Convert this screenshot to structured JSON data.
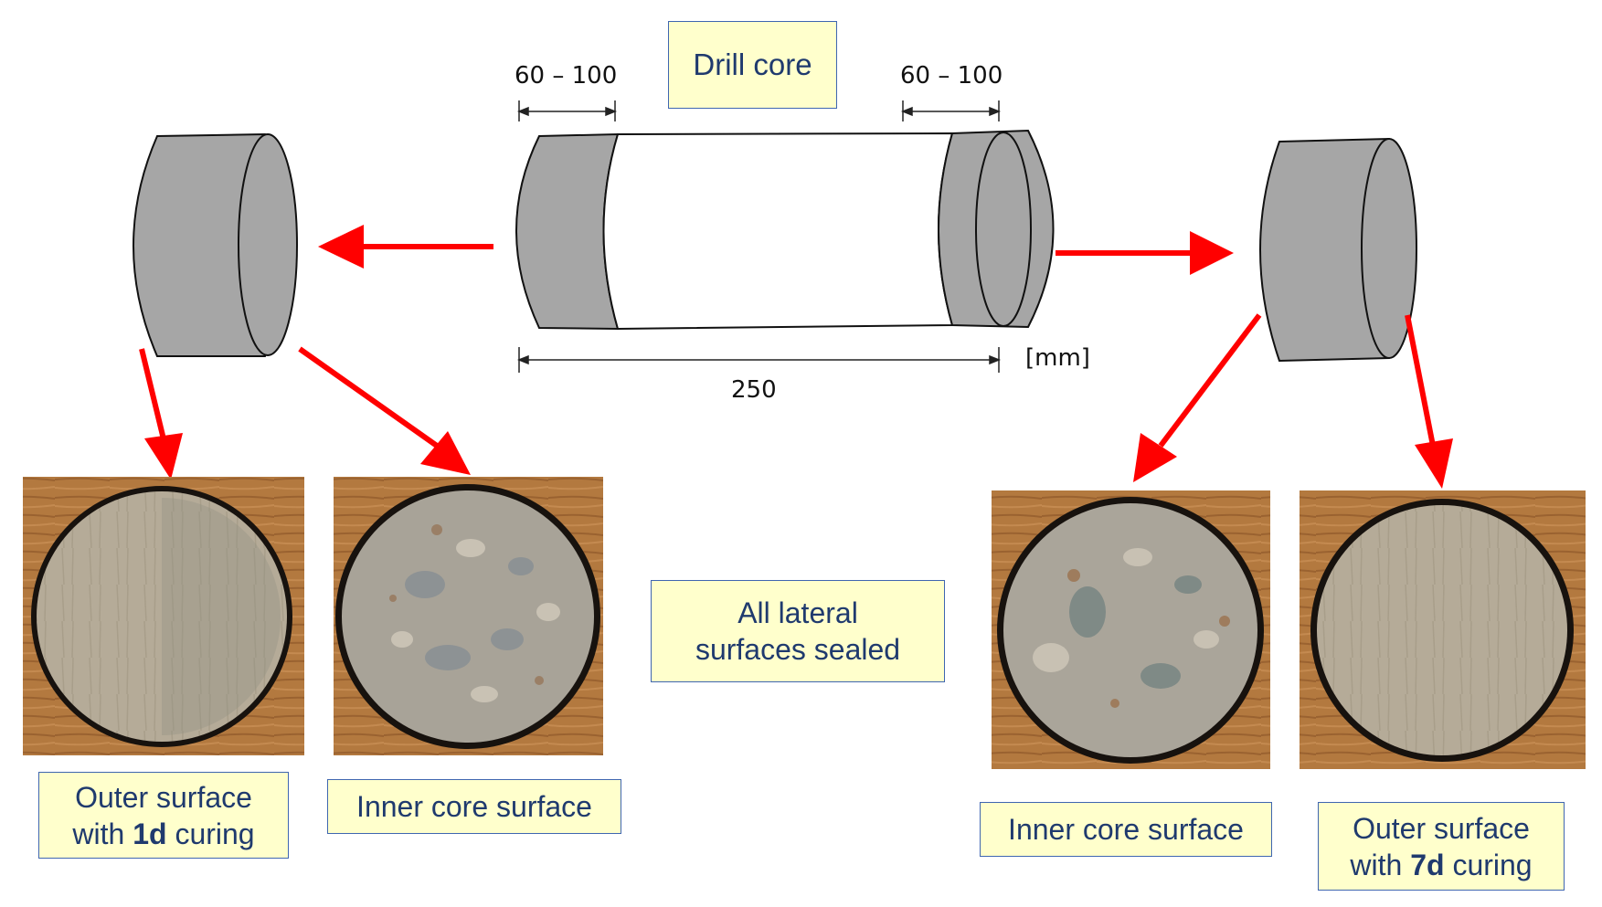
{
  "title_box": "Drill core",
  "dimensions": {
    "left_end": "60 – 100",
    "right_end": "60 – 100",
    "total_length": "250",
    "unit": "[mm]"
  },
  "sealed_note": {
    "line1": "All lateral",
    "line2": "surfaces sealed"
  },
  "captions": {
    "left_outer": {
      "line1": "Outer surface",
      "line2_pre": "with ",
      "line2_bold": "1d",
      "line2_post": " curing"
    },
    "left_inner": "Inner core surface",
    "right_inner": "Inner core surface",
    "right_outer": {
      "line1": "Outer surface",
      "line2_pre": "with ",
      "line2_bold": "7d",
      "line2_post": " curing"
    }
  },
  "colors": {
    "arrow": "#ff0000",
    "core_gray": "#a6a6a6",
    "box_fill": "#ffffcc",
    "box_border": "#3f66b0",
    "wood": "#b07840"
  }
}
